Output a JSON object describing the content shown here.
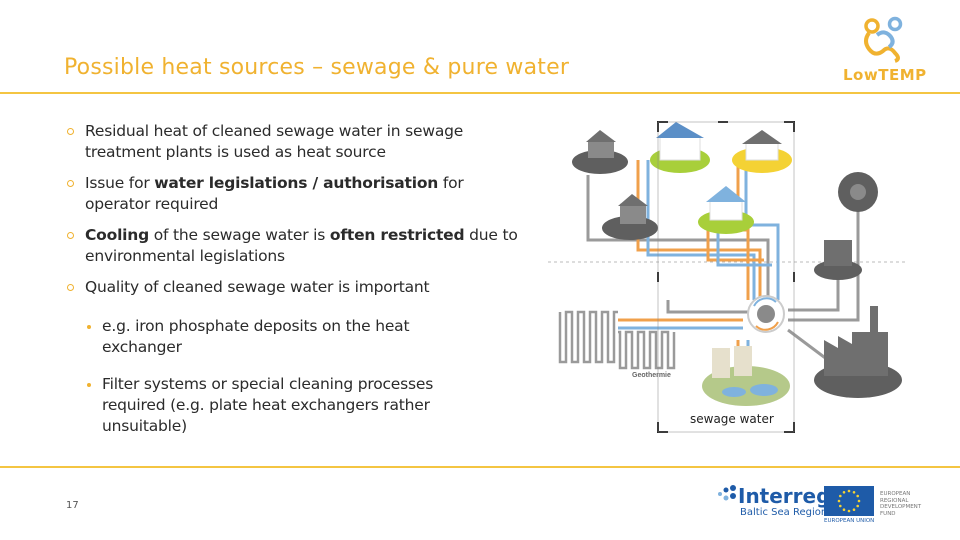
{
  "slide": {
    "title": "Possible heat sources – sewage & pure water",
    "page_number": "17",
    "brand": {
      "logo_text": "LowTEMP",
      "accent": "#f0b230"
    },
    "bullets": [
      {
        "parts": [
          "Residual heat of cleaned sewage water in sewage treatment plants is used as heat source"
        ]
      },
      {
        "pre": "Issue for ",
        "bold": "water legislations / authorisation",
        "post": " for operator required"
      },
      {
        "bold1": "Cooling",
        "mid": " of the sewage water is ",
        "bold2": "often restricted",
        "post": " due to environmental legislations"
      },
      {
        "parts": [
          "Quality of cleaned sewage water is important"
        ]
      }
    ],
    "sub_bullets": [
      "e.g. iron phosphate deposits on the heat exchanger",
      "Filter systems or special cleaning processes required (e.g. plate heat exchangers rather unsuitable)"
    ],
    "diagram": {
      "label_geothermie": "Geothermie",
      "label_sewage": "sewage water"
    },
    "footer": {
      "program_name": "Interreg",
      "program_region": "Baltic Sea Region",
      "eu_label": "EUROPEAN UNION",
      "fund_lines": [
        "EUROPEAN",
        "REGIONAL",
        "DEVELOPMENT",
        "FUND"
      ]
    },
    "colors": {
      "house_blue": "#5b8fc7",
      "house_yellow": "#f4d234",
      "house_green": "#a8cf3a",
      "pipe_orange": "#f0a04b",
      "pipe_blue": "#7fb2de",
      "pipe_gray": "#9a9a9a",
      "dark_gray": "#5f5f5f"
    }
  }
}
